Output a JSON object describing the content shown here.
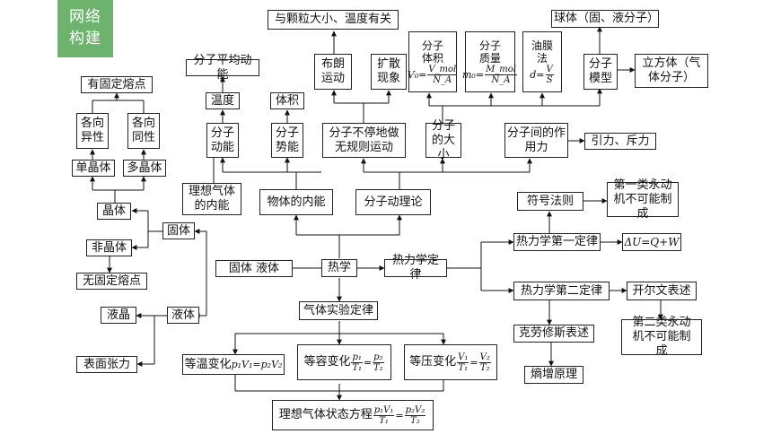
{
  "badge": {
    "line1": "网络",
    "line2": "构建"
  },
  "nodes": {
    "heat": "热学",
    "solid_liquid": "固体 液体",
    "solid": "固体",
    "liquid": "液体",
    "crystal": "晶体",
    "amorphous": "非晶体",
    "no_fixed_mp": "无固定熔点",
    "single_crystal": "单晶体",
    "poly_crystal": "多晶体",
    "anisotropic": "各向异性",
    "isotropic": "各向同性",
    "fixed_mp": "有固定熔点",
    "liquid_crystal": "液晶",
    "surface_tension": "表面张力",
    "internal_energy": "物体的内能",
    "molecular_theory": "分子动理论",
    "ideal_gas_ie": "理想气体的内能",
    "mol_kinetic": "分子动能",
    "mol_potential": "分子势能",
    "temperature": "温度",
    "avg_ke": "分子平均动能",
    "volume": "体积",
    "random_motion": "分子不停地做无规则运动",
    "brownian": "布朗运动",
    "diffusion": "扩散现象",
    "size_temp": "与颗粒大小、温度有关",
    "mol_size": "分子的大小",
    "mol_force": "分子间的作用力",
    "attract_repel": "引力、斥力",
    "mol_volume_title": "分子体积",
    "mol_mass_title": "分子质量",
    "oil_film_title": "油膜法",
    "mol_model": "分子模型",
    "sphere": "球体（固、液分子）",
    "cube": "立方体（气体分子）",
    "thermo": "热力学定律",
    "first_law": "热力学第一定律",
    "second_law": "热力学第二定律",
    "sign_rule": "符号法则",
    "first_pm": "第一类永动机不可能制成",
    "first_law_eq": "ΔU=Q+W",
    "kelvin": "开尔文表述",
    "second_pm": "第二类永动机不可能制成",
    "clausius": "克劳修斯表述",
    "entropy": "熵增原理",
    "gas_laws": "气体实验定律",
    "isothermal": "等温变化",
    "isothermal_eq": "p₁V₁=p₂V₂",
    "isochoric": "等容变化",
    "isobaric": "等压变化",
    "ideal_gas_eq": "理想气体状态方程"
  },
  "formulas": {
    "V0": "V₀=",
    "Vmol": "V_mol",
    "NA": "N_A",
    "m0": "m₀=",
    "Mmol": "M_mol",
    "d": "d=",
    "V": "V",
    "S": "S",
    "p1": "p₁",
    "p2": "p₂",
    "T1": "T₁",
    "T2": "T₂",
    "V1": "V₁",
    "V2": "V₂",
    "p1V1": "p₁V₁",
    "p2V2": "p₂V₂",
    "eq": "="
  }
}
